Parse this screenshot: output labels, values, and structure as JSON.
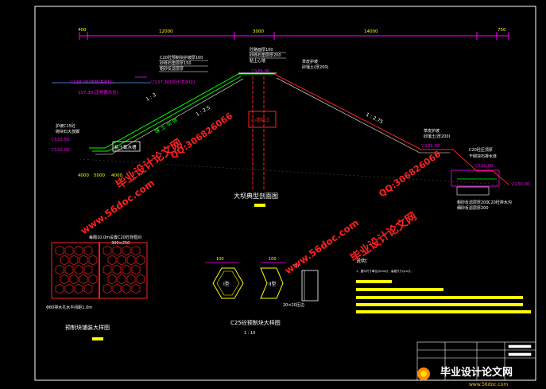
{
  "top_dims": [
    "400",
    "12000",
    "3000",
    "14000",
    "750"
  ],
  "dam": {
    "crest_elev": "▽139.00",
    "up_water_1": "▽138.05(校核洪水位)",
    "up_water_2": "▽137.30(设计洪水位)",
    "up_water_3": "137.30(正常蓄水位)",
    "up_toe_elev": "▽133.50",
    "up_base_elev": "▽132.00",
    "down_toe_elev_1": "▽131.00",
    "down_toe_elev_2": "▽131.00",
    "down_base_elev": "▽130.00",
    "crest_note_1": "砼路面厚100",
    "crest_note_2": "砂砾石垫层厚200",
    "crest_note_3": "粘土心墙",
    "up_slope_note_1": "C20砼预制块护坡厚100",
    "up_slope_note_2": "砂砾石垫层厚150",
    "up_slope_note_3": "粗砂反滤层厚",
    "down_slope_note_1": "草皮护坡",
    "down_slope_note_2": "砂壤土(厚200)",
    "down_toe_note_1": "草皮护坡",
    "down_toe_note_2": "砂壤土(厚200)",
    "down_filter_note_1": "C20砼压顶厚",
    "down_filter_note_2": "干砌块石排水体",
    "down_drain_note_1": "粗砂反滤层厚200",
    "down_drain_note_2": "细砂反滤层厚200",
    "down_drain_note_3": "C20砼排水沟",
    "cutoff_label": "粘土截水槽",
    "core_label": "心墙粘土",
    "up_toe_note_1": "护坡C15砼",
    "up_toe_note_2": "砌块石大放脚",
    "slope_up_1": "1 : 3",
    "slope_up_2": "1 : 2.5",
    "slope_down": "1 : 2.75",
    "fill_label": "壤 土 坝 体",
    "base_dims": [
      "4000",
      "5000",
      "4000"
    ],
    "title": "大坝典型剖面图"
  },
  "detail_left": {
    "note_top": "每隔10.0m设置C20砼背框间",
    "note_top_2": "300×250",
    "note_bottom": "Φ80排水孔水平间距1.0m",
    "title": "预制块铺装大样图"
  },
  "detail_mid": {
    "dims": [
      "100",
      "100"
    ],
    "type_1": "I型",
    "type_2": "II型",
    "side_dim_1": "20",
    "side_dim_2": "20×20压边",
    "title": "C25砼预制块大样图",
    "scale": "1 : 10"
  },
  "notes": {
    "heading": "说明：",
    "line_1": "1、图中尺寸单位以mm计，高程尺寸以m计。"
  },
  "watermarks": {
    "brand": "毕业设计论文网",
    "site": "www.56doc.com",
    "qq": "QQ:306826066"
  },
  "logo": {
    "text": "毕业设计论文网",
    "url": "www.56doc.com"
  },
  "colors": {
    "background": "#000000",
    "green": "#00ff00",
    "yellow": "#ffff00",
    "magenta": "#ff00ff",
    "red": "#ff0000",
    "cyan": "#00ffff",
    "white": "#ffffff",
    "watermark": "#ff2020"
  }
}
